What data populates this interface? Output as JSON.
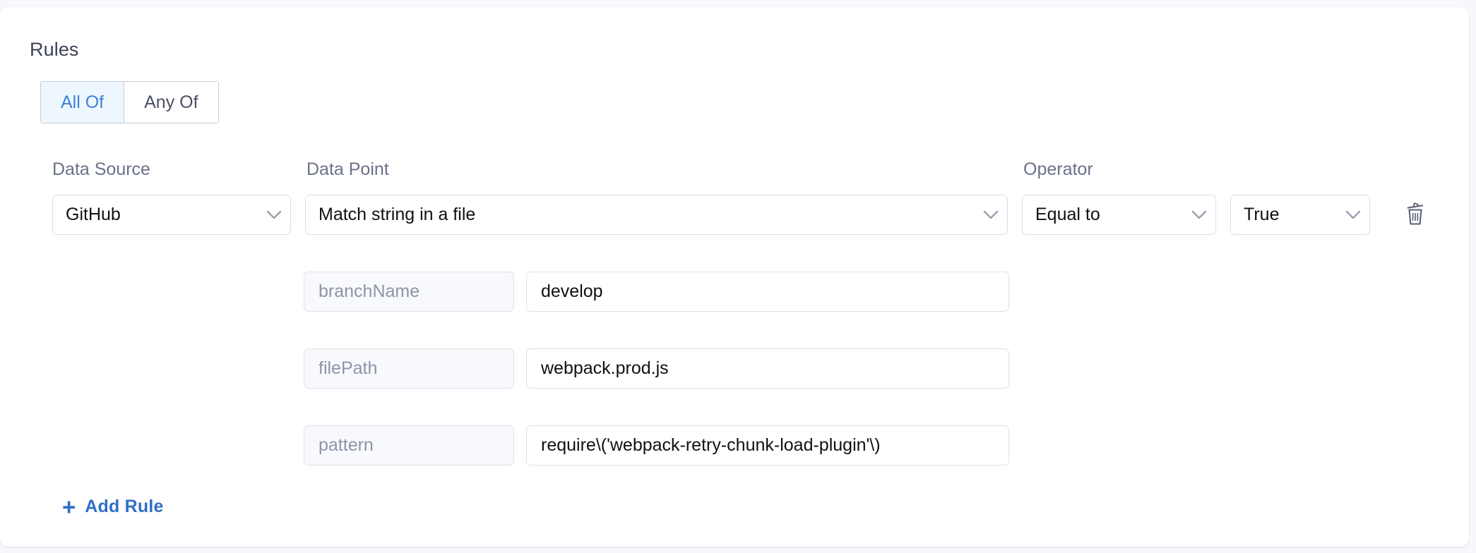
{
  "section": {
    "title": "Rules"
  },
  "match_toggle": {
    "options": [
      {
        "label": "All Of",
        "active": true
      },
      {
        "label": "Any Of",
        "active": false
      }
    ]
  },
  "columns": {
    "data_source_label": "Data Source",
    "data_point_label": "Data Point",
    "operator_label": "Operator"
  },
  "rule": {
    "data_source": "GitHub",
    "data_point": "Match string in a file",
    "operator": "Equal to",
    "value": "True",
    "delete_icon": "trash-icon",
    "chevron_icon": "chevron-down-icon",
    "params": [
      {
        "key": "branchName",
        "value": "develop"
      },
      {
        "key": "filePath",
        "value": "webpack.prod.js"
      },
      {
        "key": "pattern",
        "value": "require\\('webpack-retry-chunk-load-plugin'\\)"
      }
    ]
  },
  "actions": {
    "add_rule_plus": "+",
    "add_rule_label": "Add Rule"
  },
  "colors": {
    "accent_blue": "#2f6fc4",
    "toggle_active_text": "#3b82d6",
    "toggle_active_bg": "#eef7fd",
    "label_gray": "#6b7189",
    "border_gray": "#dee1ea",
    "page_bg": "#f7f8fb",
    "card_bg": "#ffffff"
  }
}
